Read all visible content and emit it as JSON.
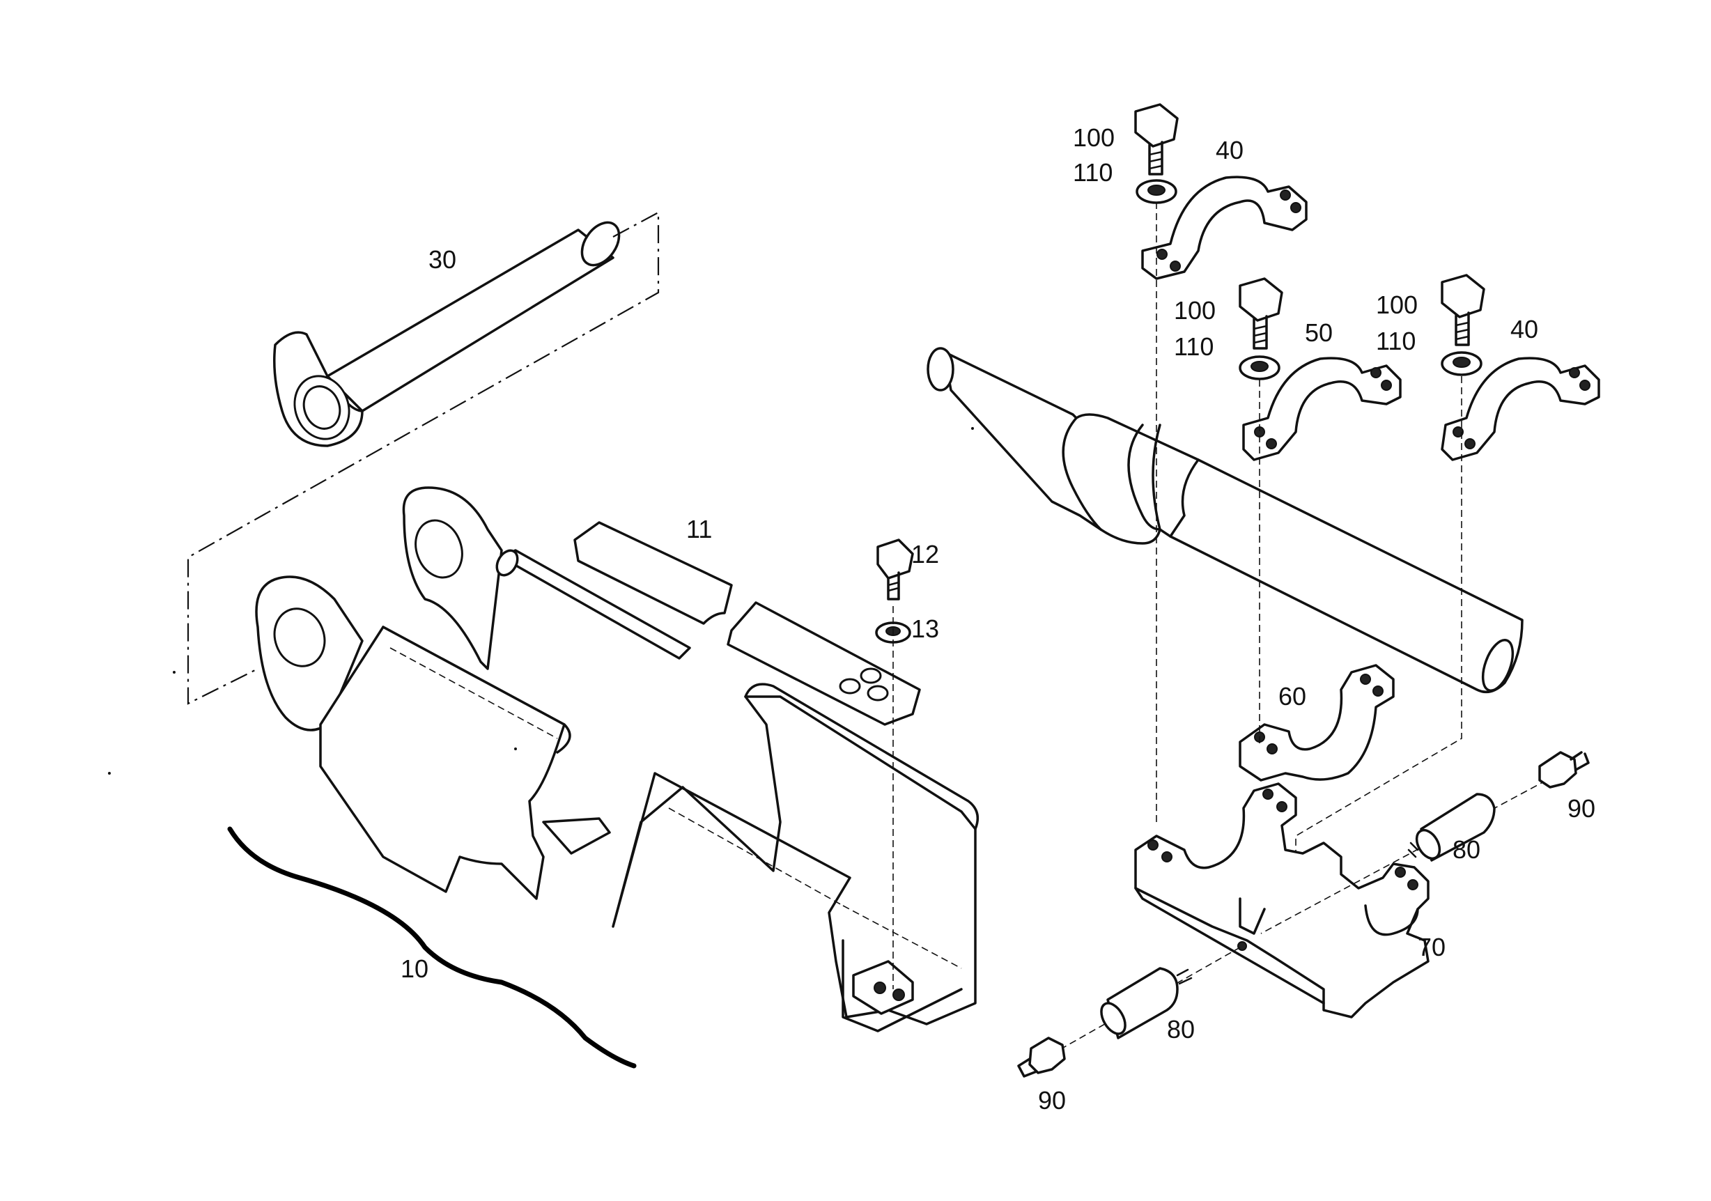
{
  "callouts": {
    "c10": "10",
    "c11": "11",
    "c12": "12",
    "c13": "13",
    "c30": "30",
    "c40_top": "40",
    "c40_right": "40",
    "c50": "50",
    "c60": "60",
    "c70": "70",
    "c80_right": "80",
    "c80_left": "80",
    "c90_right": "90",
    "c90_left": "90",
    "c100_a": "100",
    "c110_a": "110",
    "c100_b": "100",
    "c110_b": "110",
    "c100_c": "100",
    "c110_c": "110"
  },
  "colors": {
    "ink": "#111111",
    "paper": "#ffffff"
  }
}
